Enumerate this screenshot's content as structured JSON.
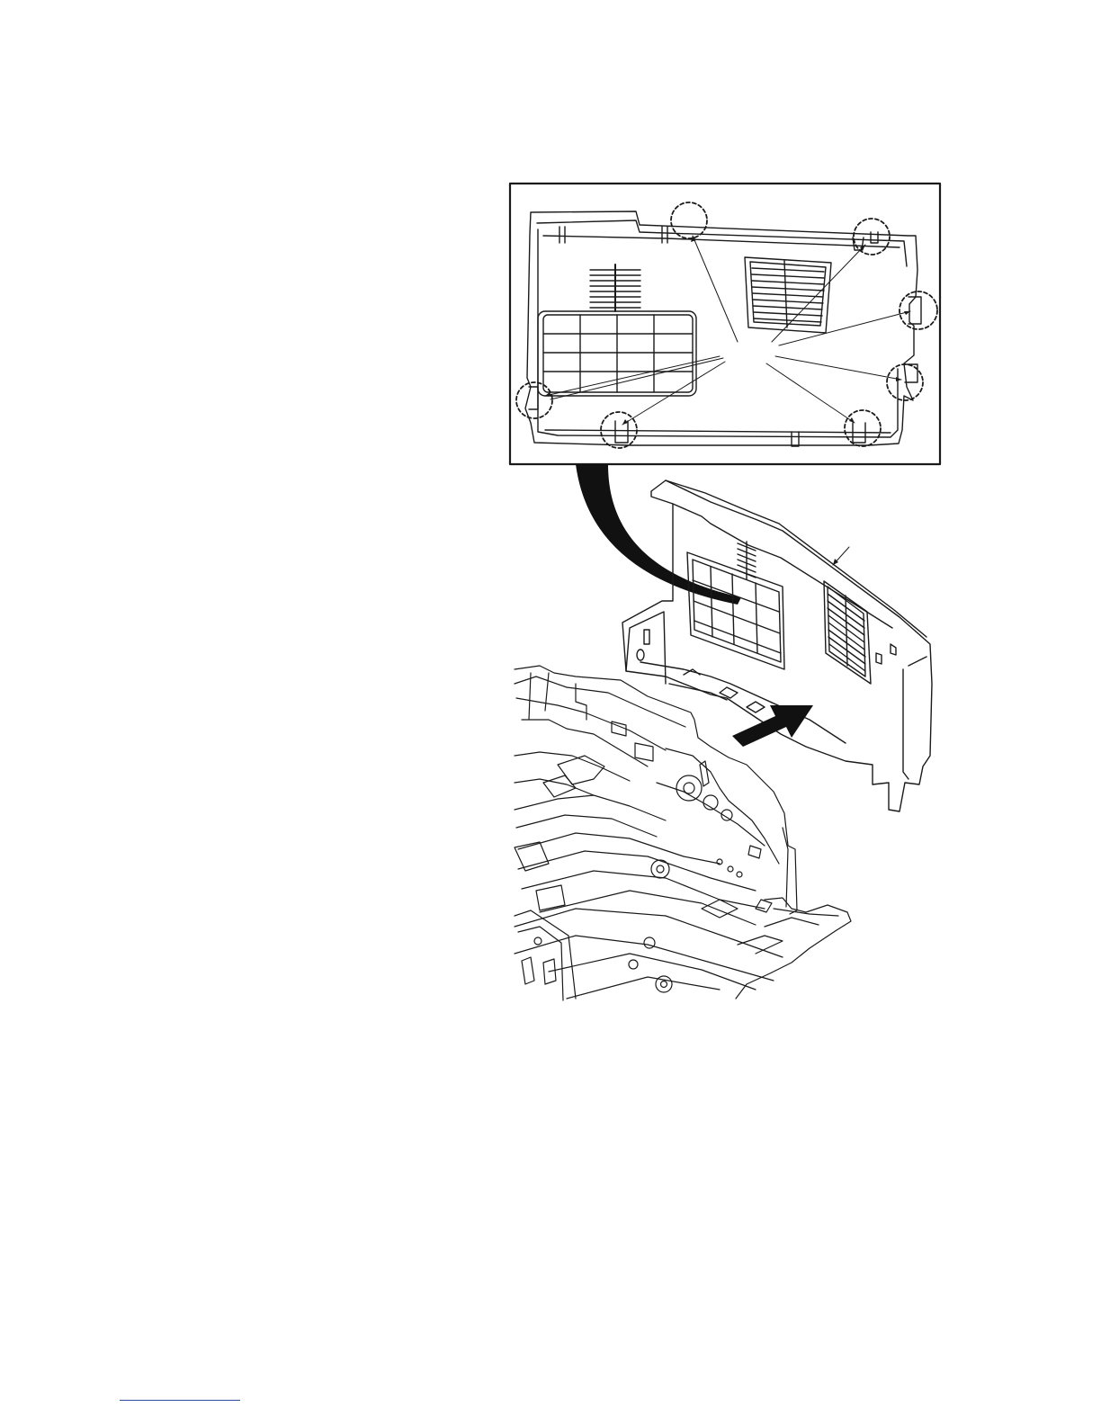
{
  "page": {
    "figure": {
      "inset": {
        "callout_count": 8,
        "description_visible_text": ""
      },
      "main_view": {
        "arrow": "push-direction-arrow",
        "part": "side-cover"
      }
    },
    "footer": {
      "rule_color": "#2e4da0"
    }
  }
}
